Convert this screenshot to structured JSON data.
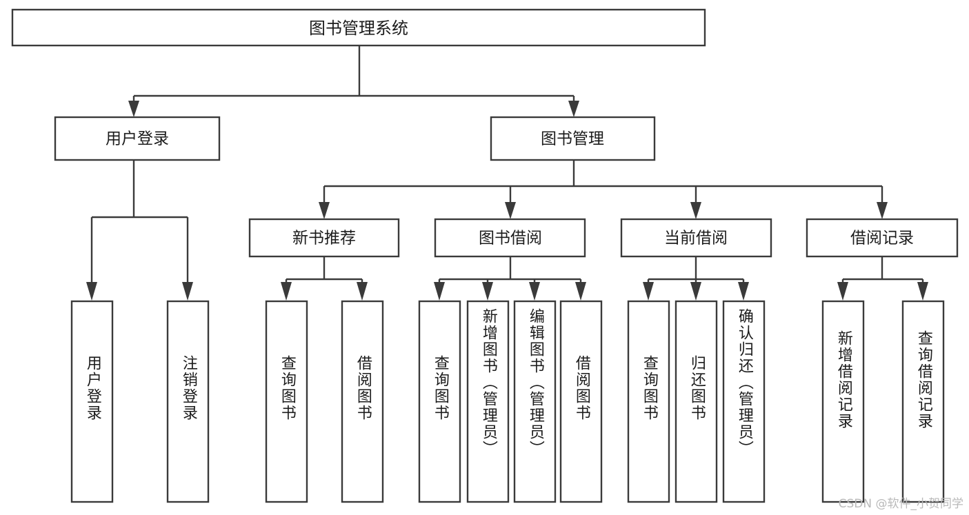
{
  "diagram": {
    "title": "图书管理系统",
    "type": "tree",
    "orientation": "top-down",
    "background_color": "#ffffff",
    "line_color": "#3a3a3a",
    "box_fill": "#ffffff",
    "text_color": "#1b1b1b",
    "root": {
      "id": "root",
      "label": "图书管理系统",
      "level": 1
    },
    "level2": [
      {
        "id": "user-login",
        "label": "用户登录",
        "level": 2
      },
      {
        "id": "book-management",
        "label": "图书管理",
        "level": 2
      }
    ],
    "level3": [
      {
        "id": "new-book-recommend",
        "label": "新书推荐",
        "level": 3,
        "parent": "book-management"
      },
      {
        "id": "book-borrow",
        "label": "图书借阅",
        "level": 3,
        "parent": "book-management"
      },
      {
        "id": "current-borrow",
        "label": "当前借阅",
        "level": 3,
        "parent": "book-management"
      },
      {
        "id": "borrow-record",
        "label": "借阅记录",
        "level": 3,
        "parent": "book-management"
      }
    ],
    "leaves": [
      {
        "id": "leaf-user-login",
        "label": "用户登录",
        "parent": "user-login"
      },
      {
        "id": "leaf-logout-login",
        "label": "注销登录",
        "parent": "user-login"
      },
      {
        "id": "leaf-query-book-1",
        "label": "查询图书",
        "parent": "new-book-recommend"
      },
      {
        "id": "leaf-borrow-book-1",
        "label": "借阅图书",
        "parent": "new-book-recommend"
      },
      {
        "id": "leaf-query-book-2",
        "label": "查询图书",
        "parent": "book-borrow"
      },
      {
        "id": "leaf-add-book",
        "label": "新增图书（管理员）",
        "parent": "book-borrow"
      },
      {
        "id": "leaf-edit-book",
        "label": "编辑图书（管理员）",
        "parent": "book-borrow"
      },
      {
        "id": "leaf-borrow-book-2",
        "label": "借阅图书",
        "parent": "book-borrow"
      },
      {
        "id": "leaf-query-book-3",
        "label": "查询图书",
        "parent": "current-borrow"
      },
      {
        "id": "leaf-return-book",
        "label": "归还图书",
        "parent": "current-borrow"
      },
      {
        "id": "leaf-confirm-return",
        "label": "确认归还（管理员）",
        "parent": "current-borrow"
      },
      {
        "id": "leaf-add-record",
        "label": "新增借阅记录",
        "parent": "borrow-record"
      },
      {
        "id": "leaf-query-record",
        "label": "查询借阅记录",
        "parent": "borrow-record"
      }
    ]
  },
  "watermark": {
    "text": "CSDN @软件_小贺同学"
  }
}
